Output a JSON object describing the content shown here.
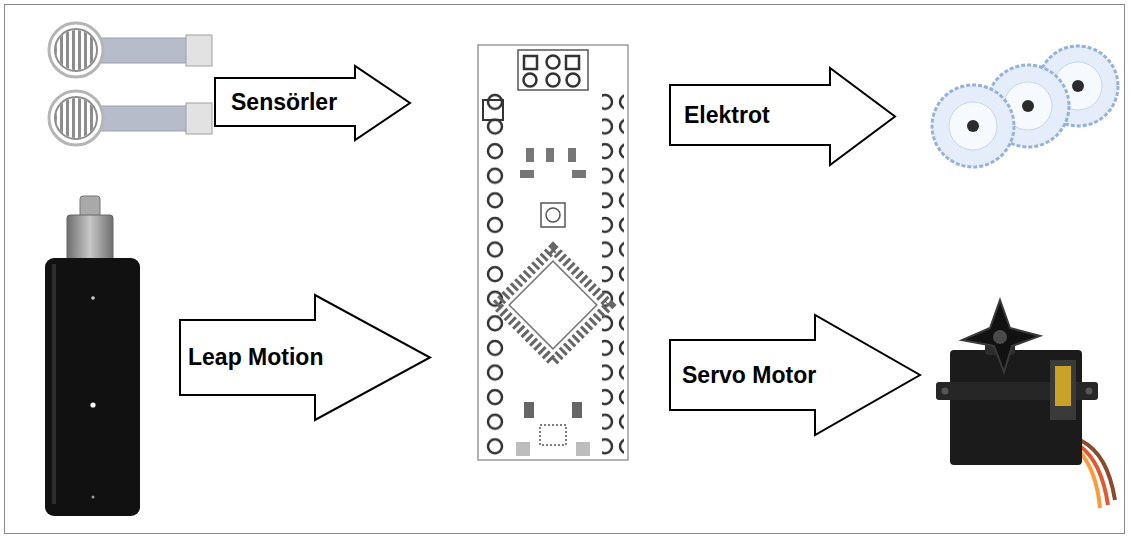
{
  "diagram": {
    "nodes": [
      {
        "text": [
          "Sensörler"
        ]
      },
      {
        "text": [
          "Elektrot"
        ]
      },
      {
        "text": [
          "Leap Motion"
        ]
      },
      {
        "text": [
          "Servo Motor"
        ]
      }
    ]
  }
}
